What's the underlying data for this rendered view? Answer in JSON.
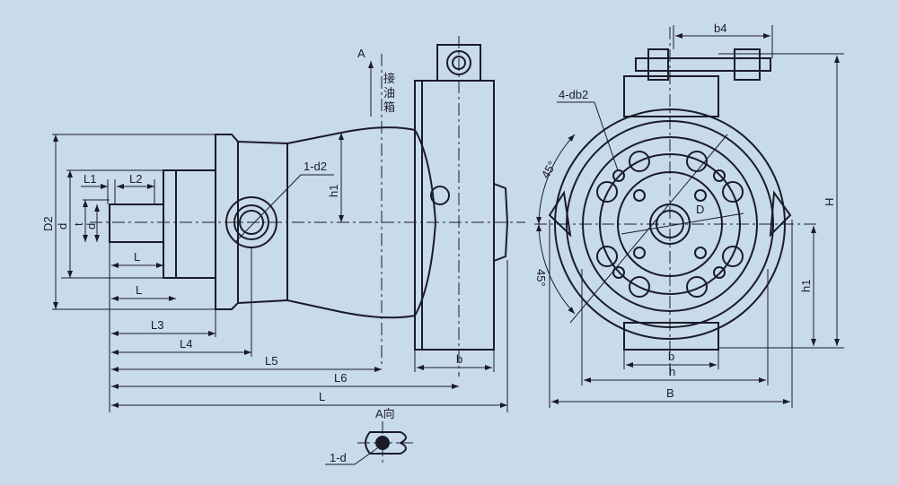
{
  "side_view": {
    "view_arrow": "A",
    "oil_tank_label": [
      "接",
      "油",
      "箱"
    ],
    "port_label": "1-d2",
    "h1": "h1",
    "D2": "D2",
    "d_outer": "d",
    "t": "t",
    "d_inner": "d",
    "L1": "L1",
    "L2": "L2",
    "L_a": "L",
    "L_b": "L",
    "L3": "L3",
    "L4": "L4",
    "L5": "L5",
    "L6": "L6",
    "L_total": "L",
    "b": "b"
  },
  "front_view": {
    "holes_label": "4-db2",
    "angle_top": "45°",
    "angle_bottom": "45°",
    "D": "D",
    "b4": "b4",
    "H": "H",
    "h1": "h1",
    "b": "b",
    "h": "h",
    "B": "B"
  },
  "a_view": {
    "title": "A向",
    "port_label": "1-d"
  },
  "colors": {
    "background": "#c8dbeb",
    "line": "#1b1b28"
  }
}
